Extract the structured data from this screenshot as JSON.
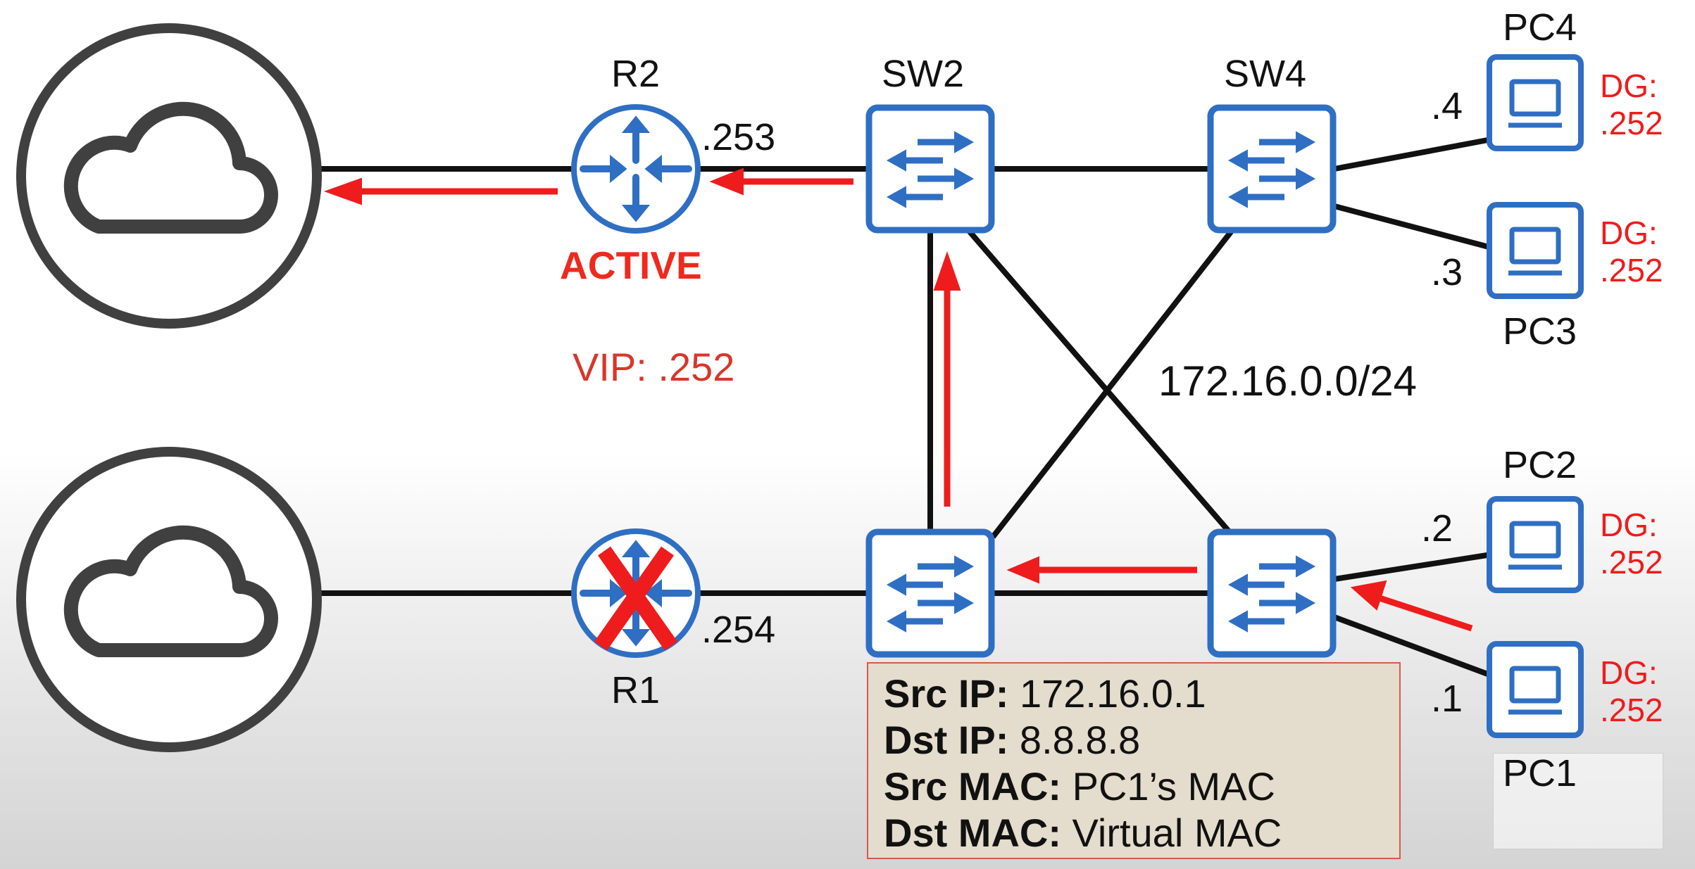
{
  "colors": {
    "device_blue": "#2f6fc3",
    "cloud_grey": "#404040",
    "link_black": "#111111",
    "arrow_red": "#ee1c1c",
    "info_bg": "#e4dccc"
  },
  "routers": {
    "r2": {
      "name": "R2",
      "ip_suffix": ".253",
      "status": "ACTIVE",
      "icon": "router-icon"
    },
    "r1": {
      "name": "R1",
      "ip_suffix": ".254",
      "icon": "router-icon",
      "failed_mark": "red-x-icon"
    }
  },
  "vip": "VIP: .252",
  "switches": {
    "sw2": {
      "name": "SW2"
    },
    "sw4": {
      "name": "SW4"
    }
  },
  "subnet": "172.16.0.0/24",
  "pcs": [
    {
      "name": "PC4",
      "ip_suffix": ".4",
      "dg_label": "DG:",
      "dg_value": ".252"
    },
    {
      "name": "PC3",
      "ip_suffix": ".3",
      "dg_label": "DG:",
      "dg_value": ".252"
    },
    {
      "name": "PC2",
      "ip_suffix": ".2",
      "dg_label": "DG:",
      "dg_value": ".252"
    },
    {
      "name": "PC1",
      "ip_suffix": ".1",
      "dg_label": "DG:",
      "dg_value": ".252"
    }
  ],
  "packet": {
    "src_ip_label": "Src IP:",
    "src_ip": "172.16.0.1",
    "dst_ip_label": "Dst IP:",
    "dst_ip": "8.8.8.8",
    "src_mac_label": "Src MAC:",
    "src_mac": "PC1’s MAC",
    "dst_mac_label": "Dst MAC:",
    "dst_mac": "Virtual MAC"
  }
}
